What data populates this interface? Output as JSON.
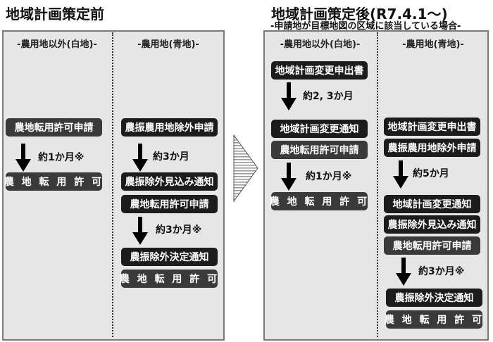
{
  "before": {
    "title": "地域計画策定前",
    "columns": [
      {
        "header": "-農用地以外(白地)-",
        "steps": [
          {
            "label": "農地転用許可申請"
          },
          {
            "duration": "約1か月※"
          },
          {
            "label": "農 地 転 用 許 可"
          }
        ]
      },
      {
        "header": "-農用地(青地)-",
        "steps": [
          {
            "label": "農振農用地除外申請"
          },
          {
            "duration": "約3か月"
          },
          {
            "label": "農振除外見込み通知"
          },
          {
            "label": "農地転用許可申請"
          },
          {
            "duration": "約3か月※"
          },
          {
            "label": "農振除外決定通知"
          },
          {
            "label": "農 地 転 用 許 可"
          }
        ]
      }
    ]
  },
  "after": {
    "title": "地域計画策定後(R7.4.1～)",
    "subtitle": "-申請地が目標地図の区域に該当している場合-",
    "columns": [
      {
        "header": "-農用地以外(白地)-",
        "steps": [
          {
            "label": "地域計画変更申出書"
          },
          {
            "duration": "約2, 3か月"
          },
          {
            "label": "地域計画変更通知"
          },
          {
            "label": "農地転用許可申請"
          },
          {
            "duration": "約1か月※"
          },
          {
            "label": "農 地 転 用 許 可"
          }
        ]
      },
      {
        "header": "-農用地(青地)-",
        "steps": [
          {
            "label": "地域計画変更申出書"
          },
          {
            "label": "農振農用地除外申請"
          },
          {
            "duration": "約5か月"
          },
          {
            "label": "地域計画変更通知"
          },
          {
            "label": "農振除外見込み通知"
          },
          {
            "label": "農地転用許可申請"
          },
          {
            "duration": "約3か月※"
          },
          {
            "label": "農振除外決定通知"
          },
          {
            "label": "農 地 転 用 許 可"
          }
        ]
      }
    ]
  },
  "transition_icon": "hatched-chevron-right-icon",
  "colors": {
    "panel_bg": "#e6e6e6",
    "panel_border": "#7a7a7a",
    "box_dark": "#1c1c1c",
    "box_mid": "#3a3a3a",
    "box_text": "#ffffff"
  }
}
